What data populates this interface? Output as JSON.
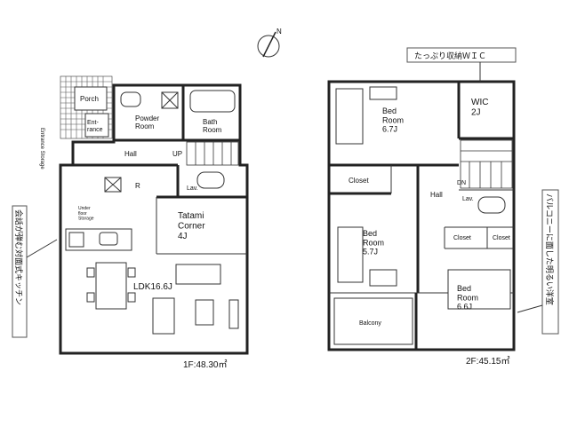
{
  "compass": {
    "label": "N"
  },
  "floor1": {
    "area_label": "1F:48.30㎡",
    "rooms": {
      "porch": "Porch",
      "entrance": "Ent-\nrance",
      "powder": "Powder\nRoom",
      "bath": "Bath\nRoom",
      "hall": "Hall",
      "up": "UP",
      "r": "R",
      "lav": "Lav.",
      "storage": "Under\nfloor\nStorage",
      "tatami": "Tatami\nCorner\n4J",
      "ldk": "LDK16.6J"
    },
    "side_note_vertical": "Entrance Storage",
    "left_callout": "会話が弾む対面式キッチン"
  },
  "floor2": {
    "area_label": "2F:45.15㎡",
    "rooms": {
      "bed1": "Bed\nRoom\n6.7J",
      "wic": "WIC\n2J",
      "closet1": "Closet",
      "hall": "Hall",
      "dn": "DN",
      "lav": "Lav.",
      "bed2": "Bed\nRoom\n5.7J",
      "closet2": "Closet",
      "closet3": "Closet",
      "bed3": "Bed\nRoom\n6.6J",
      "balcony": "Balcony"
    },
    "top_callout": "たっぷり収納ＷＩＣ",
    "right_callout": "バルコニーに面した明るい洋室"
  }
}
